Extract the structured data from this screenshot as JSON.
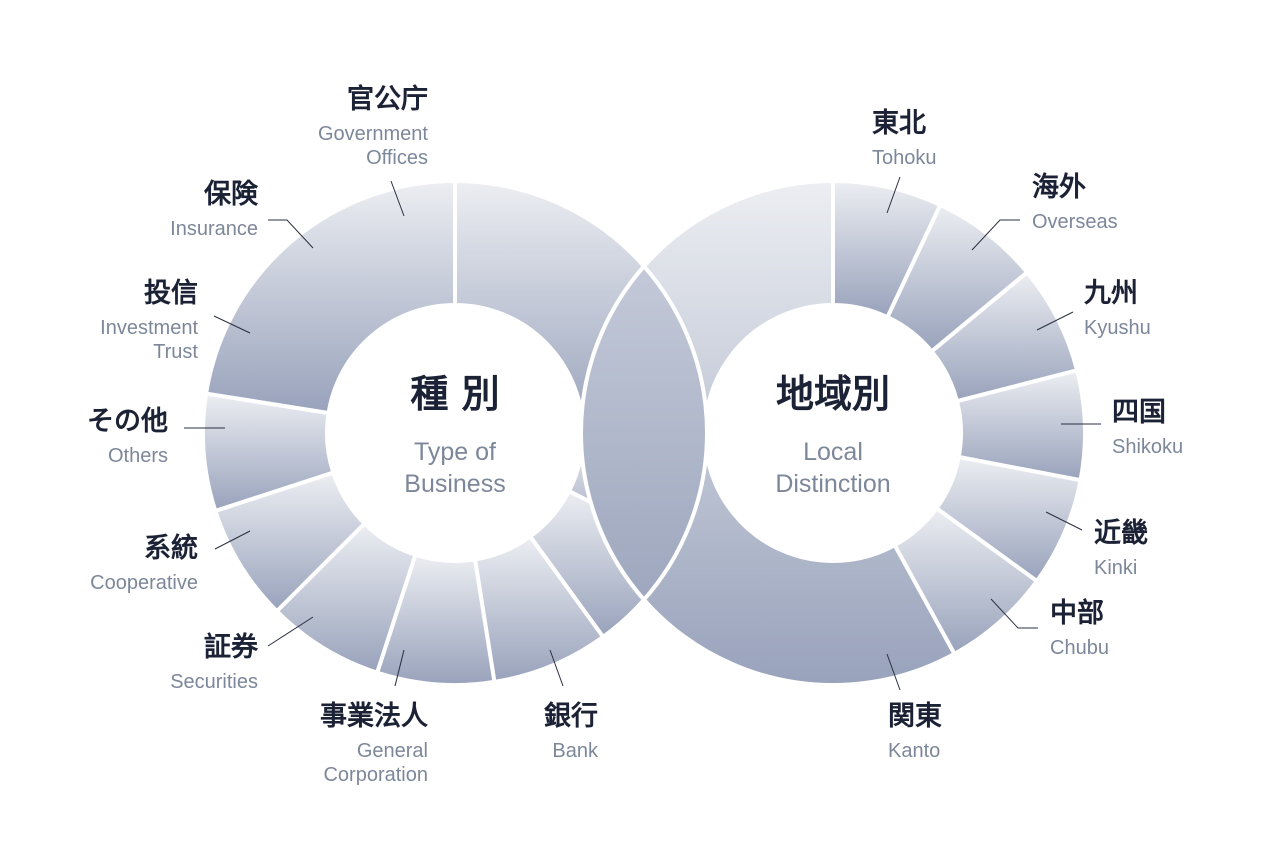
{
  "chart_data": [
    {
      "type": "pie",
      "variant": "donut",
      "center_label": {
        "jp": "種 別",
        "en": [
          "Type of",
          "Business"
        ]
      },
      "segments": [
        {
          "jp": "銀行",
          "en": [
            "Bank"
          ],
          "value": 25.0
        },
        {
          "jp": "事業法人",
          "en": [
            "General",
            "Corporation"
          ],
          "value": 7.5
        },
        {
          "jp": "証券",
          "en": [
            "Securities"
          ],
          "value": 7.5
        },
        {
          "jp": "系統",
          "en": [
            "Cooperative"
          ],
          "value": 7.5
        },
        {
          "jp": "その他",
          "en": [
            "Others"
          ],
          "value": 7.5
        },
        {
          "jp": "投信",
          "en": [
            "Investment",
            "Trust"
          ],
          "value": 7.5
        },
        {
          "jp": "保険",
          "en": [
            "Insurance"
          ],
          "value": 7.5
        },
        {
          "jp": "官公庁",
          "en": [
            "Government",
            "Offices"
          ],
          "value": 7.5
        },
        {
          "jp": "",
          "en": [],
          "value": 22.5
        }
      ]
    },
    {
      "type": "pie",
      "variant": "donut",
      "center_label": {
        "jp": "地域別",
        "en": [
          "Local",
          "Distinction"
        ]
      },
      "segments": [
        {
          "jp": "東北",
          "en": [
            "Tohoku"
          ],
          "value": 7.0
        },
        {
          "jp": "海外",
          "en": [
            "Overseas"
          ],
          "value": 7.0
        },
        {
          "jp": "九州",
          "en": [
            "Kyushu"
          ],
          "value": 7.0
        },
        {
          "jp": "四国",
          "en": [
            "Shikoku"
          ],
          "value": 7.0
        },
        {
          "jp": "近畿",
          "en": [
            "Kinki"
          ],
          "value": 7.0
        },
        {
          "jp": "中部",
          "en": [
            "Chubu"
          ],
          "value": 7.0
        },
        {
          "jp": "関東",
          "en": [
            "Kanto"
          ],
          "value": 58.0
        }
      ]
    }
  ],
  "colors": {
    "light": "#e9ebef",
    "dark": "#99a3bb",
    "overlap": "#a6aec4",
    "text_dark": "#1c2235",
    "text_muted": "#7d879a"
  }
}
